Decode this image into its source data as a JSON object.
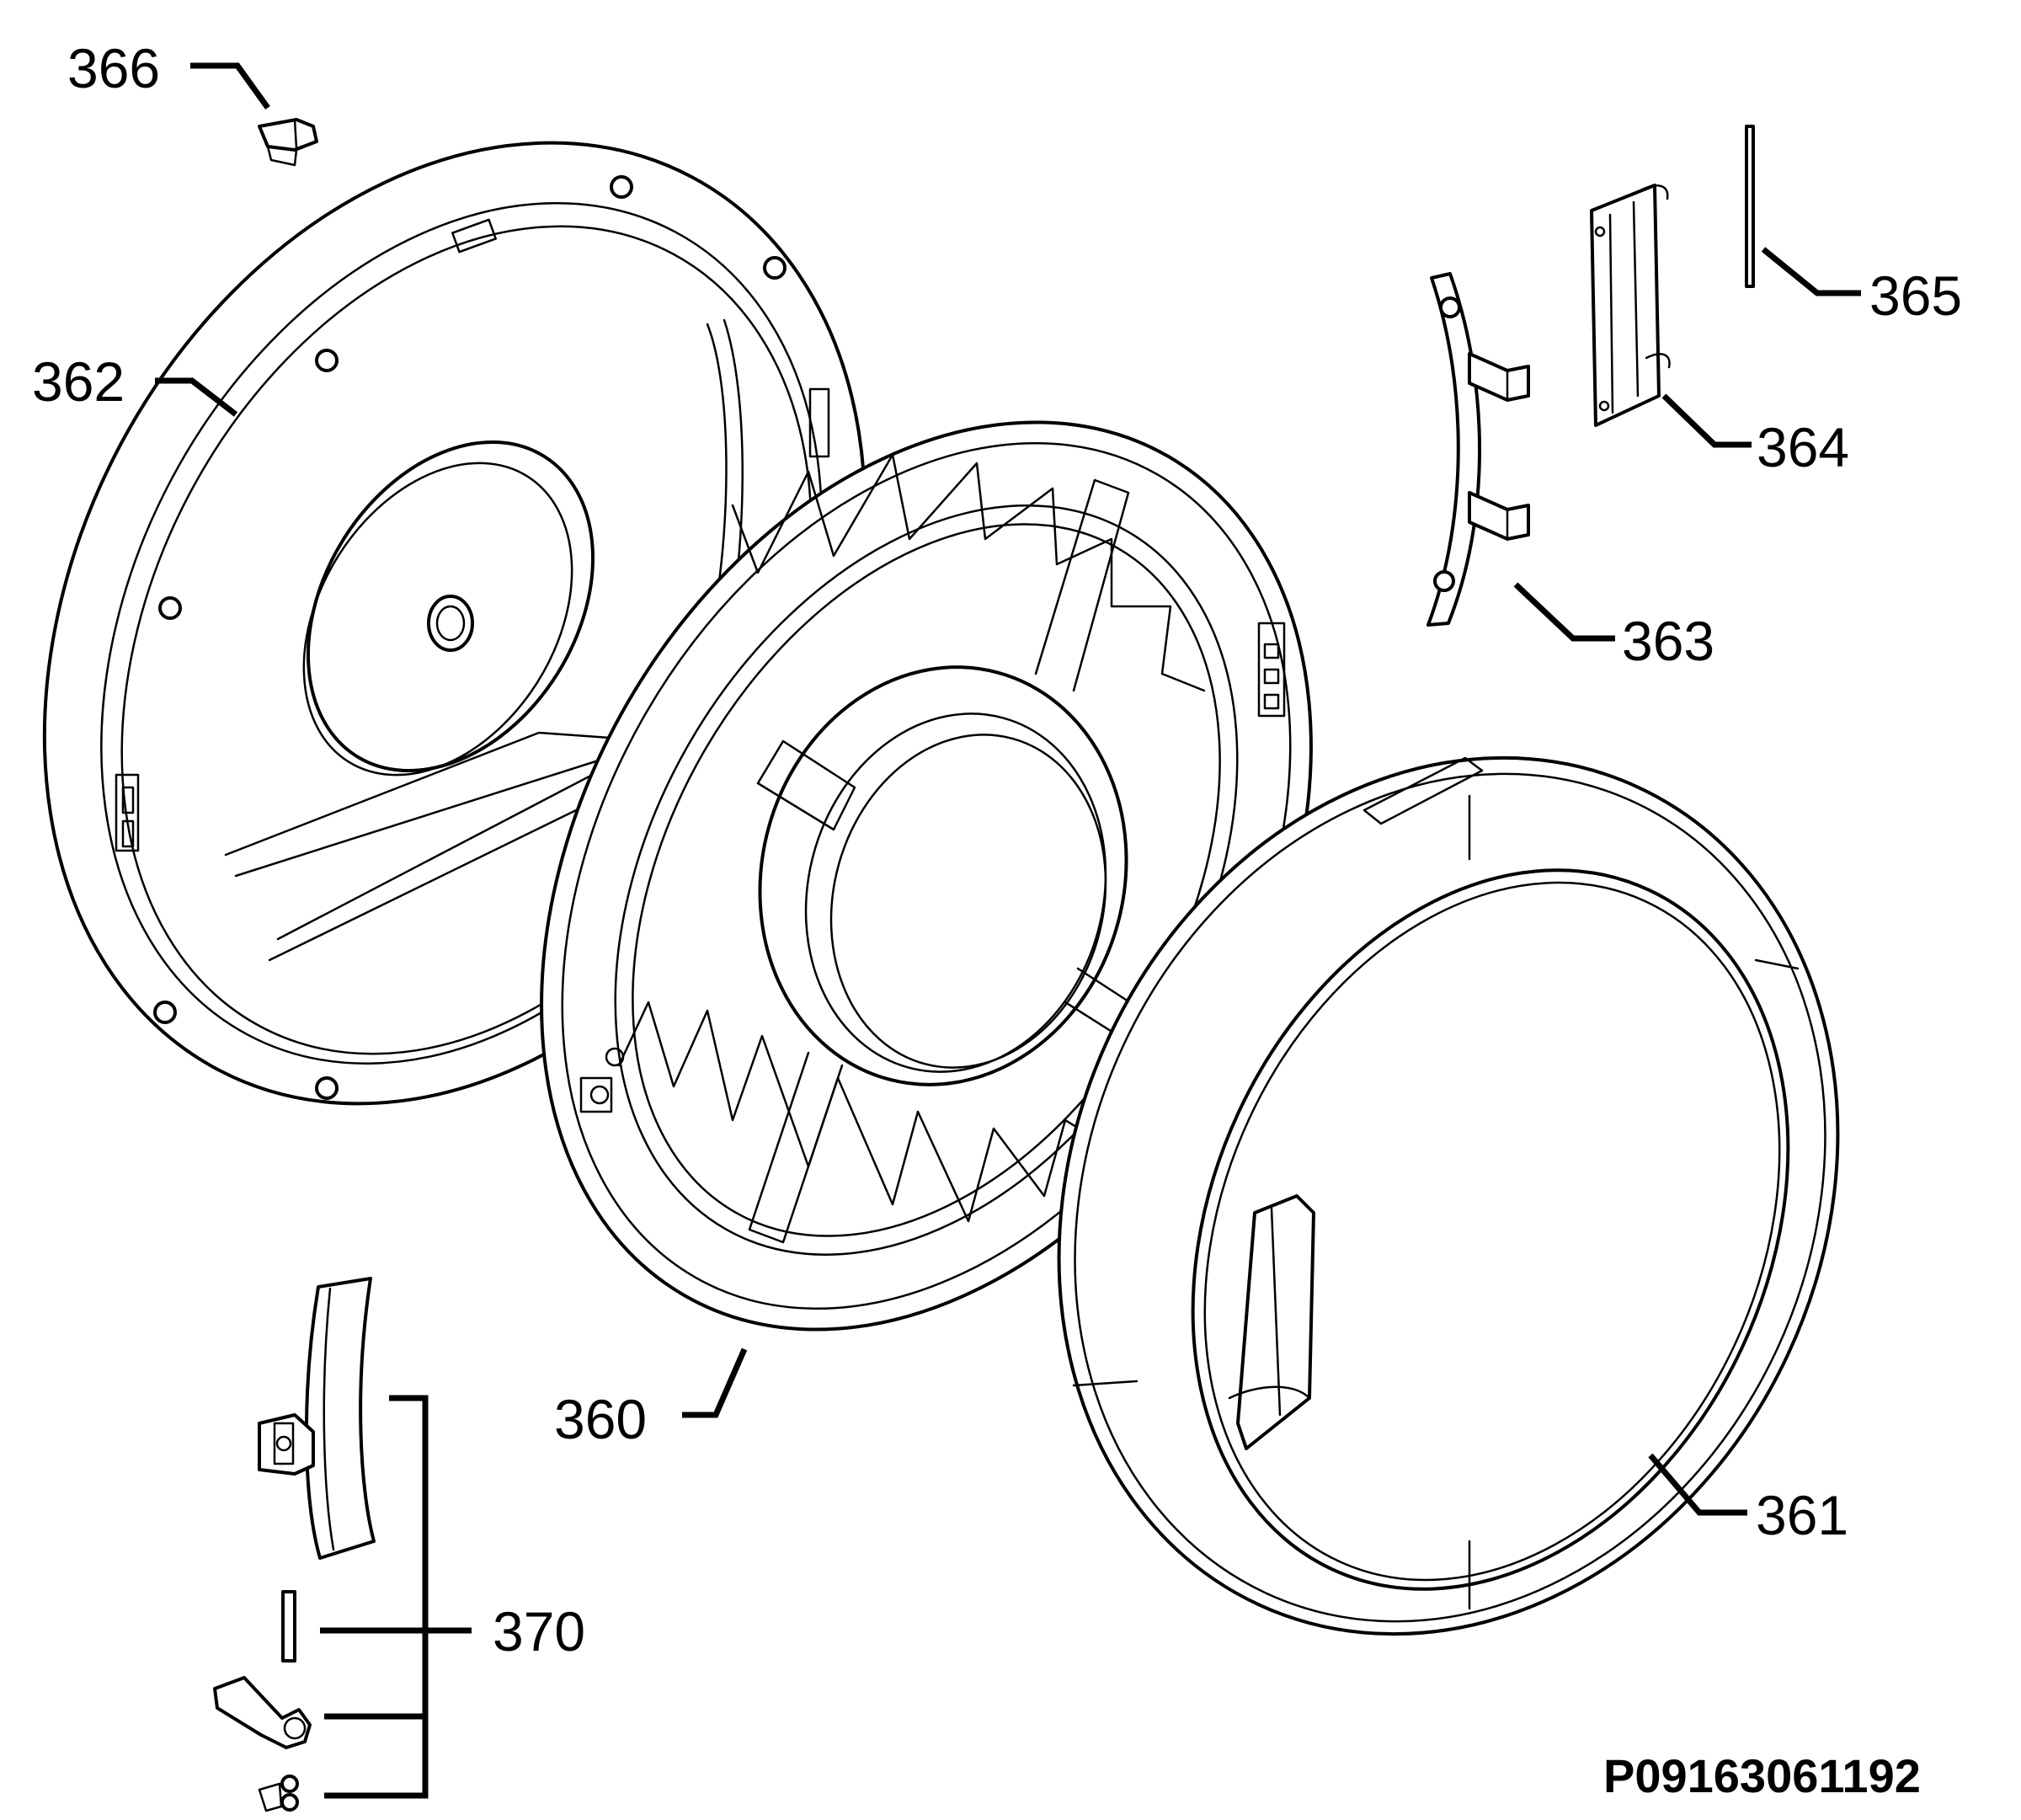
{
  "diagram": {
    "callouts": [
      {
        "id": "366",
        "label": "366"
      },
      {
        "id": "362",
        "label": "362"
      },
      {
        "id": "365",
        "label": "365"
      },
      {
        "id": "364",
        "label": "364"
      },
      {
        "id": "363",
        "label": "363"
      },
      {
        "id": "360",
        "label": "360"
      },
      {
        "id": "361",
        "label": "361"
      },
      {
        "id": "370",
        "label": "370"
      }
    ],
    "drawing_code": "P09163061192"
  }
}
